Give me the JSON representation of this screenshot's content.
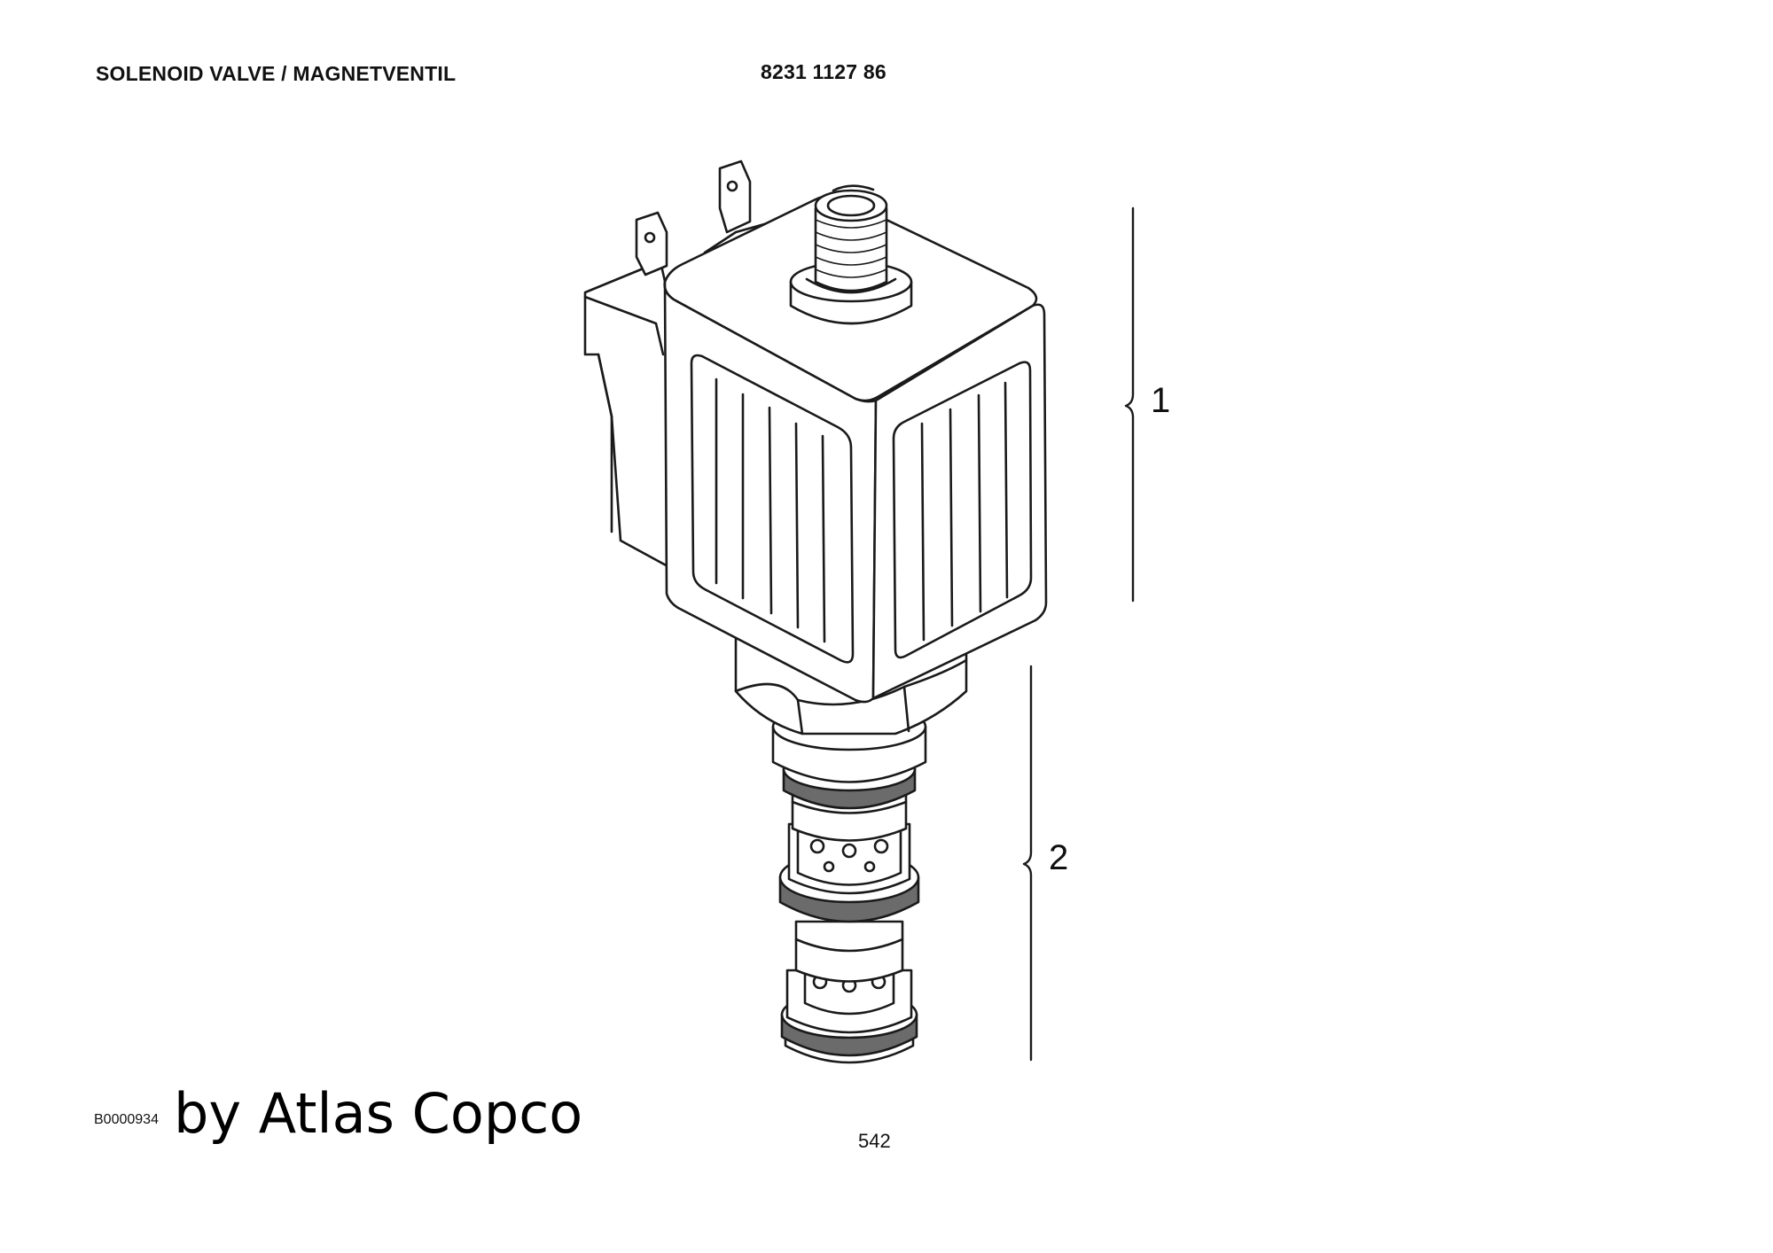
{
  "header": {
    "title": "SOLENOID VALVE / MAGNETVENTIL",
    "part_number": "8231 1127 86"
  },
  "callouts": [
    {
      "label": "1"
    },
    {
      "label": "2"
    }
  ],
  "footer": {
    "figure_id": "B0000934",
    "watermark": "by Atlas Copco",
    "page_number": "542"
  },
  "colors": {
    "line": "#1a1a1a",
    "oring": "#6b6b6b",
    "background": "#ffffff"
  }
}
